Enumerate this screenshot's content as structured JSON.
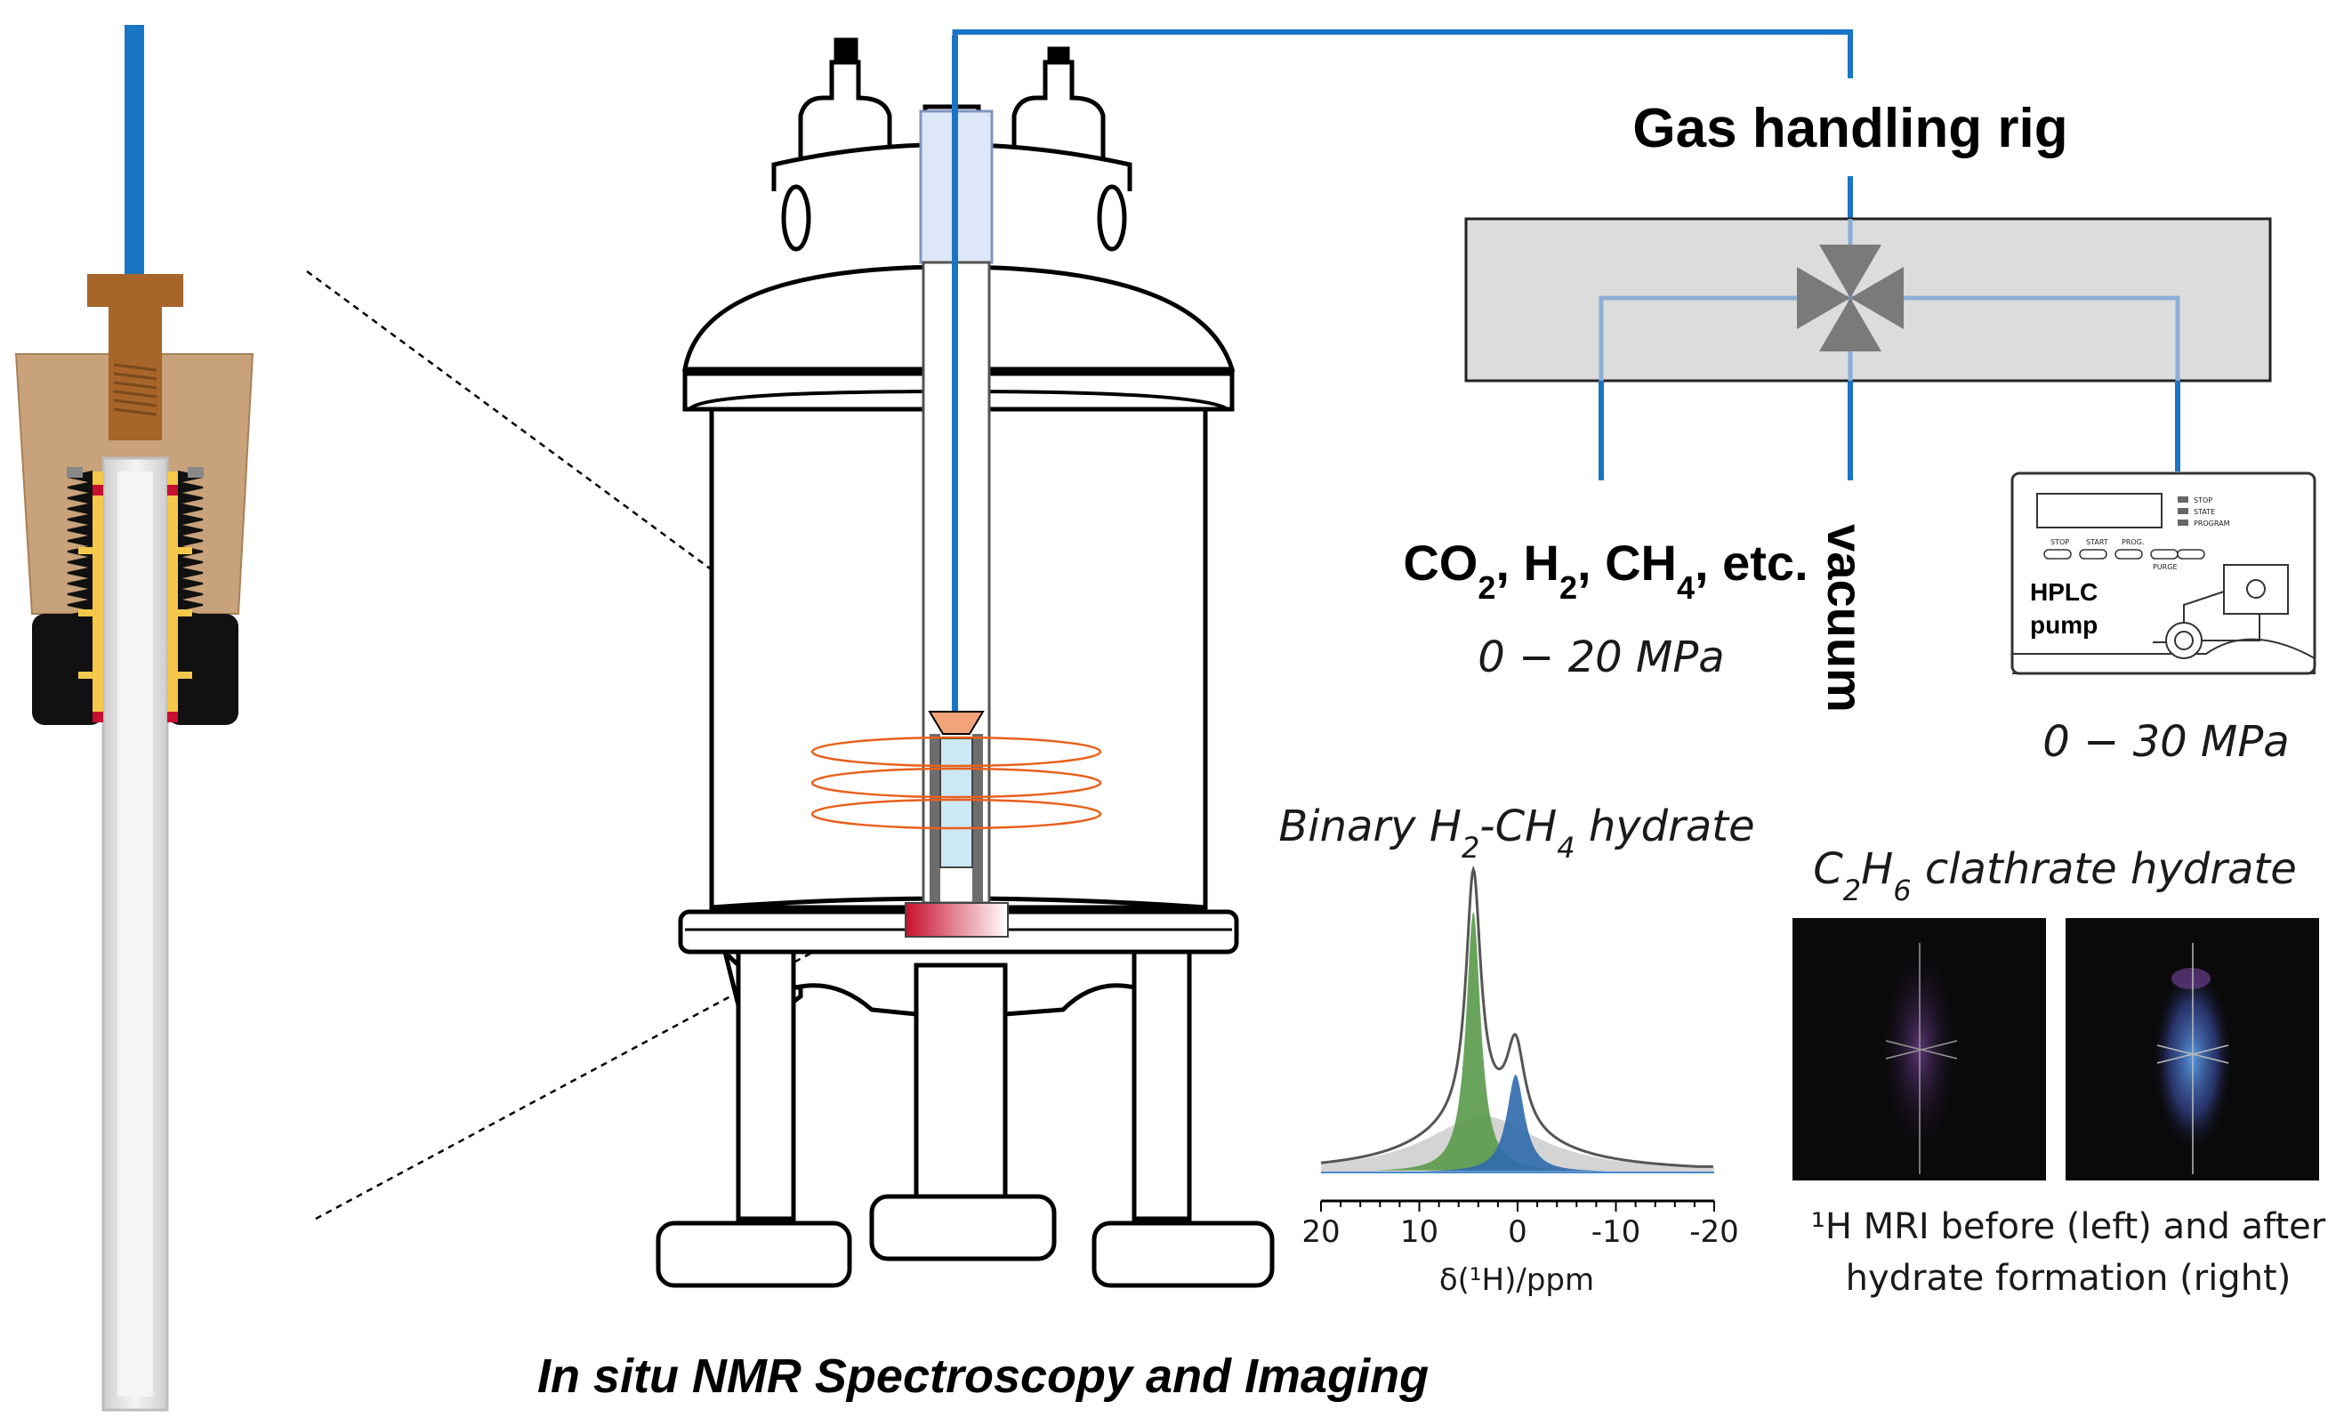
{
  "title": "In situ NMR Spectroscopy and Imaging",
  "gas_rig": {
    "label": "Gas handling rig",
    "gases_parts": [
      {
        "text": "CO",
        "sub": "2"
      },
      {
        "text": ", H",
        "sub": "2"
      },
      {
        "text": ", CH",
        "sub": "4"
      },
      {
        "text": ", etc.",
        "sub": ""
      }
    ],
    "gas_pressure": "0 − 20 MPa",
    "vacuum_label": "vacuum",
    "pump_label_line1": "HPLC",
    "pump_label_line2": "pump",
    "pump_pressure": "0 − 30 MPa",
    "pump_buttons": [
      "STOP",
      "START",
      "PROG."
    ],
    "pump_purge": "PURGE",
    "pump_indicators": [
      "STOP",
      "STATE",
      "PROGRAM"
    ]
  },
  "spectrum": {
    "title_parts": [
      {
        "text": "Binary H",
        "sub": ""
      },
      {
        "text": "",
        "sub": "2"
      },
      {
        "text": "-CH",
        "sub": ""
      },
      {
        "text": "",
        "sub": "4"
      },
      {
        "text": " hydrate",
        "sub": ""
      }
    ],
    "xlabel": "δ(¹H)/ppm",
    "tick_labels": [
      "20",
      "10",
      "0",
      "-10",
      "-20"
    ]
  },
  "chart_data": {
    "type": "line",
    "title": "Binary H2-CH4 hydrate",
    "xlabel": "δ(¹H)/ppm",
    "xlim": [
      20,
      -20
    ],
    "x_ticks": [
      20,
      10,
      0,
      -10,
      -20
    ],
    "series": [
      {
        "name": "",
        "color": "#555555",
        "peaks": [
          {
            "x": 4.5,
            "height": 1.0
          },
          {
            "x": 0.2,
            "height": 0.45
          }
        ]
      },
      {
        "name": "",
        "color": "#5a9a4a",
        "peaks": [
          {
            "x": 4.5,
            "height": 0.88
          }
        ]
      },
      {
        "name": "",
        "color": "#2e6aad",
        "peaks": [
          {
            "x": 0.2,
            "height": 0.33
          }
        ]
      }
    ]
  },
  "mri": {
    "title_parts": [
      {
        "text": "C",
        "sub": "2"
      },
      {
        "text": "H",
        "sub": "6"
      },
      {
        "text": " clathrate hydrate",
        "sub": ""
      }
    ],
    "caption_line1": "¹H MRI before (left) and after",
    "caption_line2": "hydrate formation (right)"
  },
  "colors": {
    "gas_line": "#1a75c4",
    "rig_box": "#dcdcdc",
    "valve": "#7a7a7a",
    "rf_coil": "#e8601c",
    "cap": "#a8652a",
    "housing": "#c8a27a",
    "seal": "#f4c84a",
    "sample_hot": "#c8102e"
  }
}
